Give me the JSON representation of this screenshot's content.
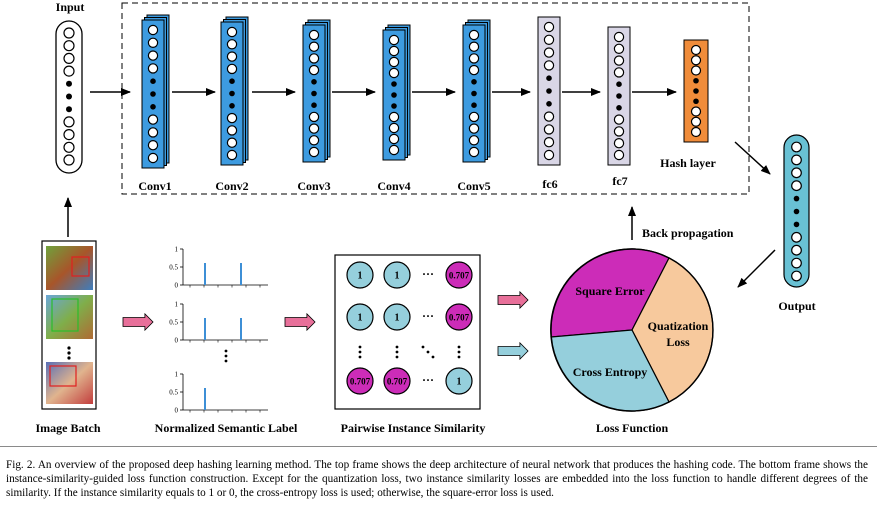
{
  "labels": {
    "input": "Input",
    "conv1": "Conv1",
    "conv2": "Conv2",
    "conv3": "Conv3",
    "conv4": "Conv4",
    "conv5": "Conv5",
    "fc6": "fc6",
    "fc7": "fc7",
    "hash_layer": "Hash layer",
    "output": "Output",
    "back_propagation": "Back propagation",
    "image_batch": "Image Batch",
    "normalized_semantic_label": "Normalized Semantic Label",
    "pairwise_instance_similarity": "Pairwise Instance Similarity",
    "loss_function": "Loss Function"
  },
  "pie": {
    "square_error": "Square Error",
    "quantization_line1": "Quatization",
    "quantization_line2": "Loss",
    "cross_entropy": "Cross Entropy"
  },
  "mini_axis": {
    "tick_1": "1",
    "tick_05": "0.5",
    "tick_0": "0"
  },
  "similarity": {
    "one": "1",
    "partial": "0.707",
    "ellipsis": "···"
  },
  "colors": {
    "conv_blue": "#3d9be0",
    "fc_lavender": "#d9d6e6",
    "hash_orange": "#f08c3a",
    "output_teal": "#69c1d4",
    "magenta": "#cc2cb8",
    "light_blue": "#95cfdc",
    "peach": "#f7c99d",
    "pink_arrow": "#e8709a"
  },
  "caption": "Fig. 2.   An overview of the proposed deep hashing learning method. The top frame shows the deep architecture of neural network that produces the hashing code. The bottom frame shows the instance-similarity-guided loss function construction. Except for the quantization loss, two instance similarity losses are embedded into the loss function to handle different degrees of the similarity. If the instance similarity equals to 1 or 0, the cross-entropy loss is used; otherwise, the square-error loss is used."
}
